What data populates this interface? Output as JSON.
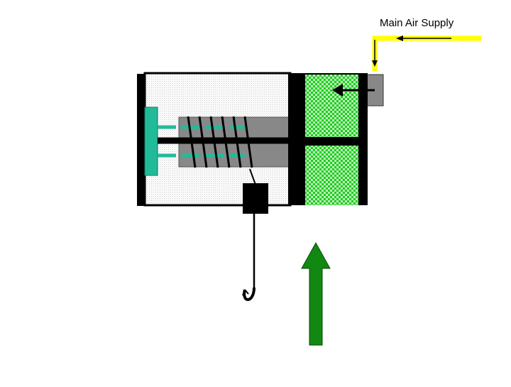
{
  "supply_label": "Main Air Supply",
  "colors": {
    "supply_line": "#ffff00",
    "piston_seal": "#ff3300",
    "air_chamber": "#22cc22",
    "actuator_plate": "#22bb99",
    "lift_arrow": "#118811",
    "housing_outline": "#000000",
    "air_port": "#888888"
  },
  "icons": {
    "supply_direction": "left-arrow",
    "inlet_direction": "down-arrow",
    "chamber_inflow": "left-arrow",
    "lift_direction": "up-arrow",
    "load": "hook"
  }
}
